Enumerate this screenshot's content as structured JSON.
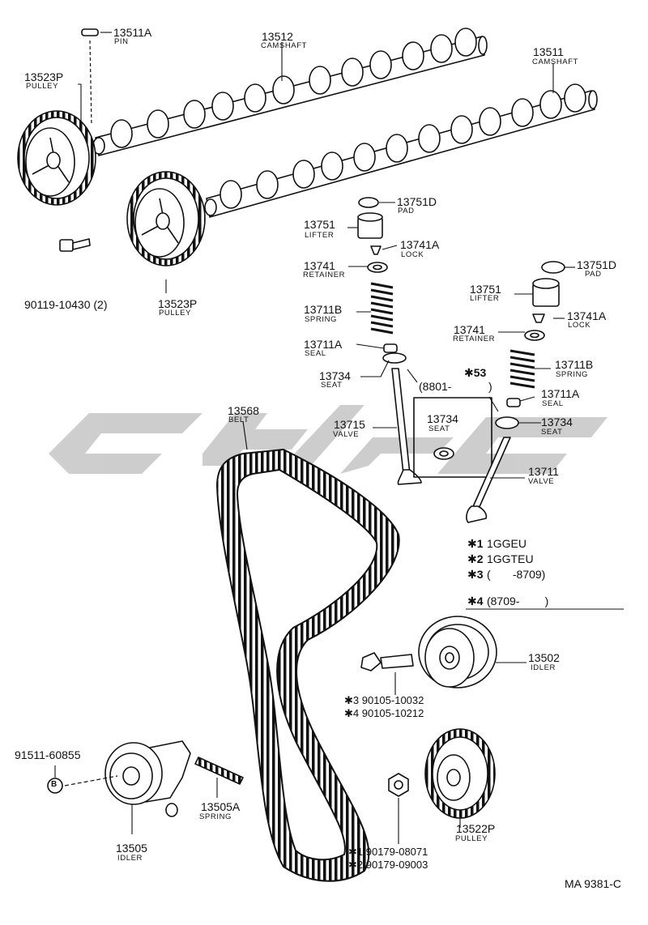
{
  "parts": {
    "pin": {
      "number": "13511A",
      "name": "PIN"
    },
    "camshaft_rear": {
      "number": "13512",
      "name": "CAMSHAFT"
    },
    "camshaft_front": {
      "number": "13511",
      "name": "CAMSHAFT"
    },
    "pulley_top": {
      "number": "13523P",
      "name": "PULLEY"
    },
    "pulley_mid": {
      "number": "13523P",
      "name": "PULLEY"
    },
    "bolt": {
      "number": "90119-10430 (2)"
    },
    "pad_left": {
      "number": "13751D",
      "name": "PAD"
    },
    "lifter_left": {
      "number": "13751",
      "name": "LIFTER"
    },
    "lock_left": {
      "number": "13741A",
      "name": "LOCK"
    },
    "retainer_left": {
      "number": "13741",
      "name": "RETAINER"
    },
    "spring_left": {
      "number": "13711B",
      "name": "SPRING"
    },
    "seal_left": {
      "number": "13711A",
      "name": "SEAL"
    },
    "seat_left": {
      "number": "13734",
      "name": "SEAT"
    },
    "valve_left": {
      "number": "13715",
      "name": "VALVE"
    },
    "seat_box": {
      "number": "13734",
      "name": "SEAT"
    },
    "box_note_a": "(8801-",
    "box_note_b": ")",
    "box_mark": "✱53",
    "pad_right": {
      "number": "13751D",
      "name": "PAD"
    },
    "lifter_right": {
      "number": "13751",
      "name": "LIFTER"
    },
    "lock_right": {
      "number": "13741A",
      "name": "LOCK"
    },
    "retainer_right": {
      "number": "13741",
      "name": "RETAINER"
    },
    "spring_right": {
      "number": "13711B",
      "name": "SPRING"
    },
    "seal_right": {
      "number": "13711A",
      "name": "SEAL"
    },
    "seat_right": {
      "number": "13734",
      "name": "SEAT"
    },
    "valve_right": {
      "number": "13711",
      "name": "VALVE"
    },
    "belt": {
      "number": "13568",
      "name": "BELT"
    },
    "idler_right": {
      "number": "13502",
      "name": "IDLER"
    },
    "idler_bolt_a": "✱3 90105-10032",
    "idler_bolt_b": "✱4 90105-10212",
    "idler_left": {
      "number": "13505",
      "name": "IDLER"
    },
    "idler_left_bolt": {
      "number": "91511-60855",
      "badge": "B"
    },
    "spring_idler": {
      "number": "13505A",
      "name": "SPRING"
    },
    "nut_a": "✱1 90179-08071",
    "nut_b": "✱2 90179-09003",
    "pulley_bottom": {
      "number": "13522P",
      "name": "PULLEY"
    }
  },
  "legend": [
    {
      "mark": "✱1",
      "text": "1GGEU"
    },
    {
      "mark": "✱2",
      "text": "1GGTEU"
    },
    {
      "mark": "✱3",
      "text": "(       -8709)"
    },
    {
      "mark": "✱4",
      "text": "(8709-        )"
    }
  ],
  "code": "MA 9381-C"
}
